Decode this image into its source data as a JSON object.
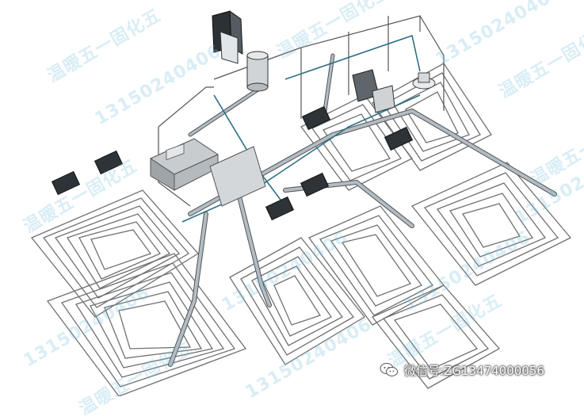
{
  "watermark": {
    "brand_text": "温暖五一固化五",
    "phone_text": "13150240406",
    "color": "#8cc8e0"
  },
  "footer": {
    "icon": "wechat-icon",
    "text": "微信号:ZG13474000056"
  },
  "colors": {
    "pipe": "#9aa4ac",
    "pipe_edge": "#4e555b",
    "coil": "#666666",
    "supply_line": "#2e6f86",
    "fixture": "#d8dcde"
  }
}
